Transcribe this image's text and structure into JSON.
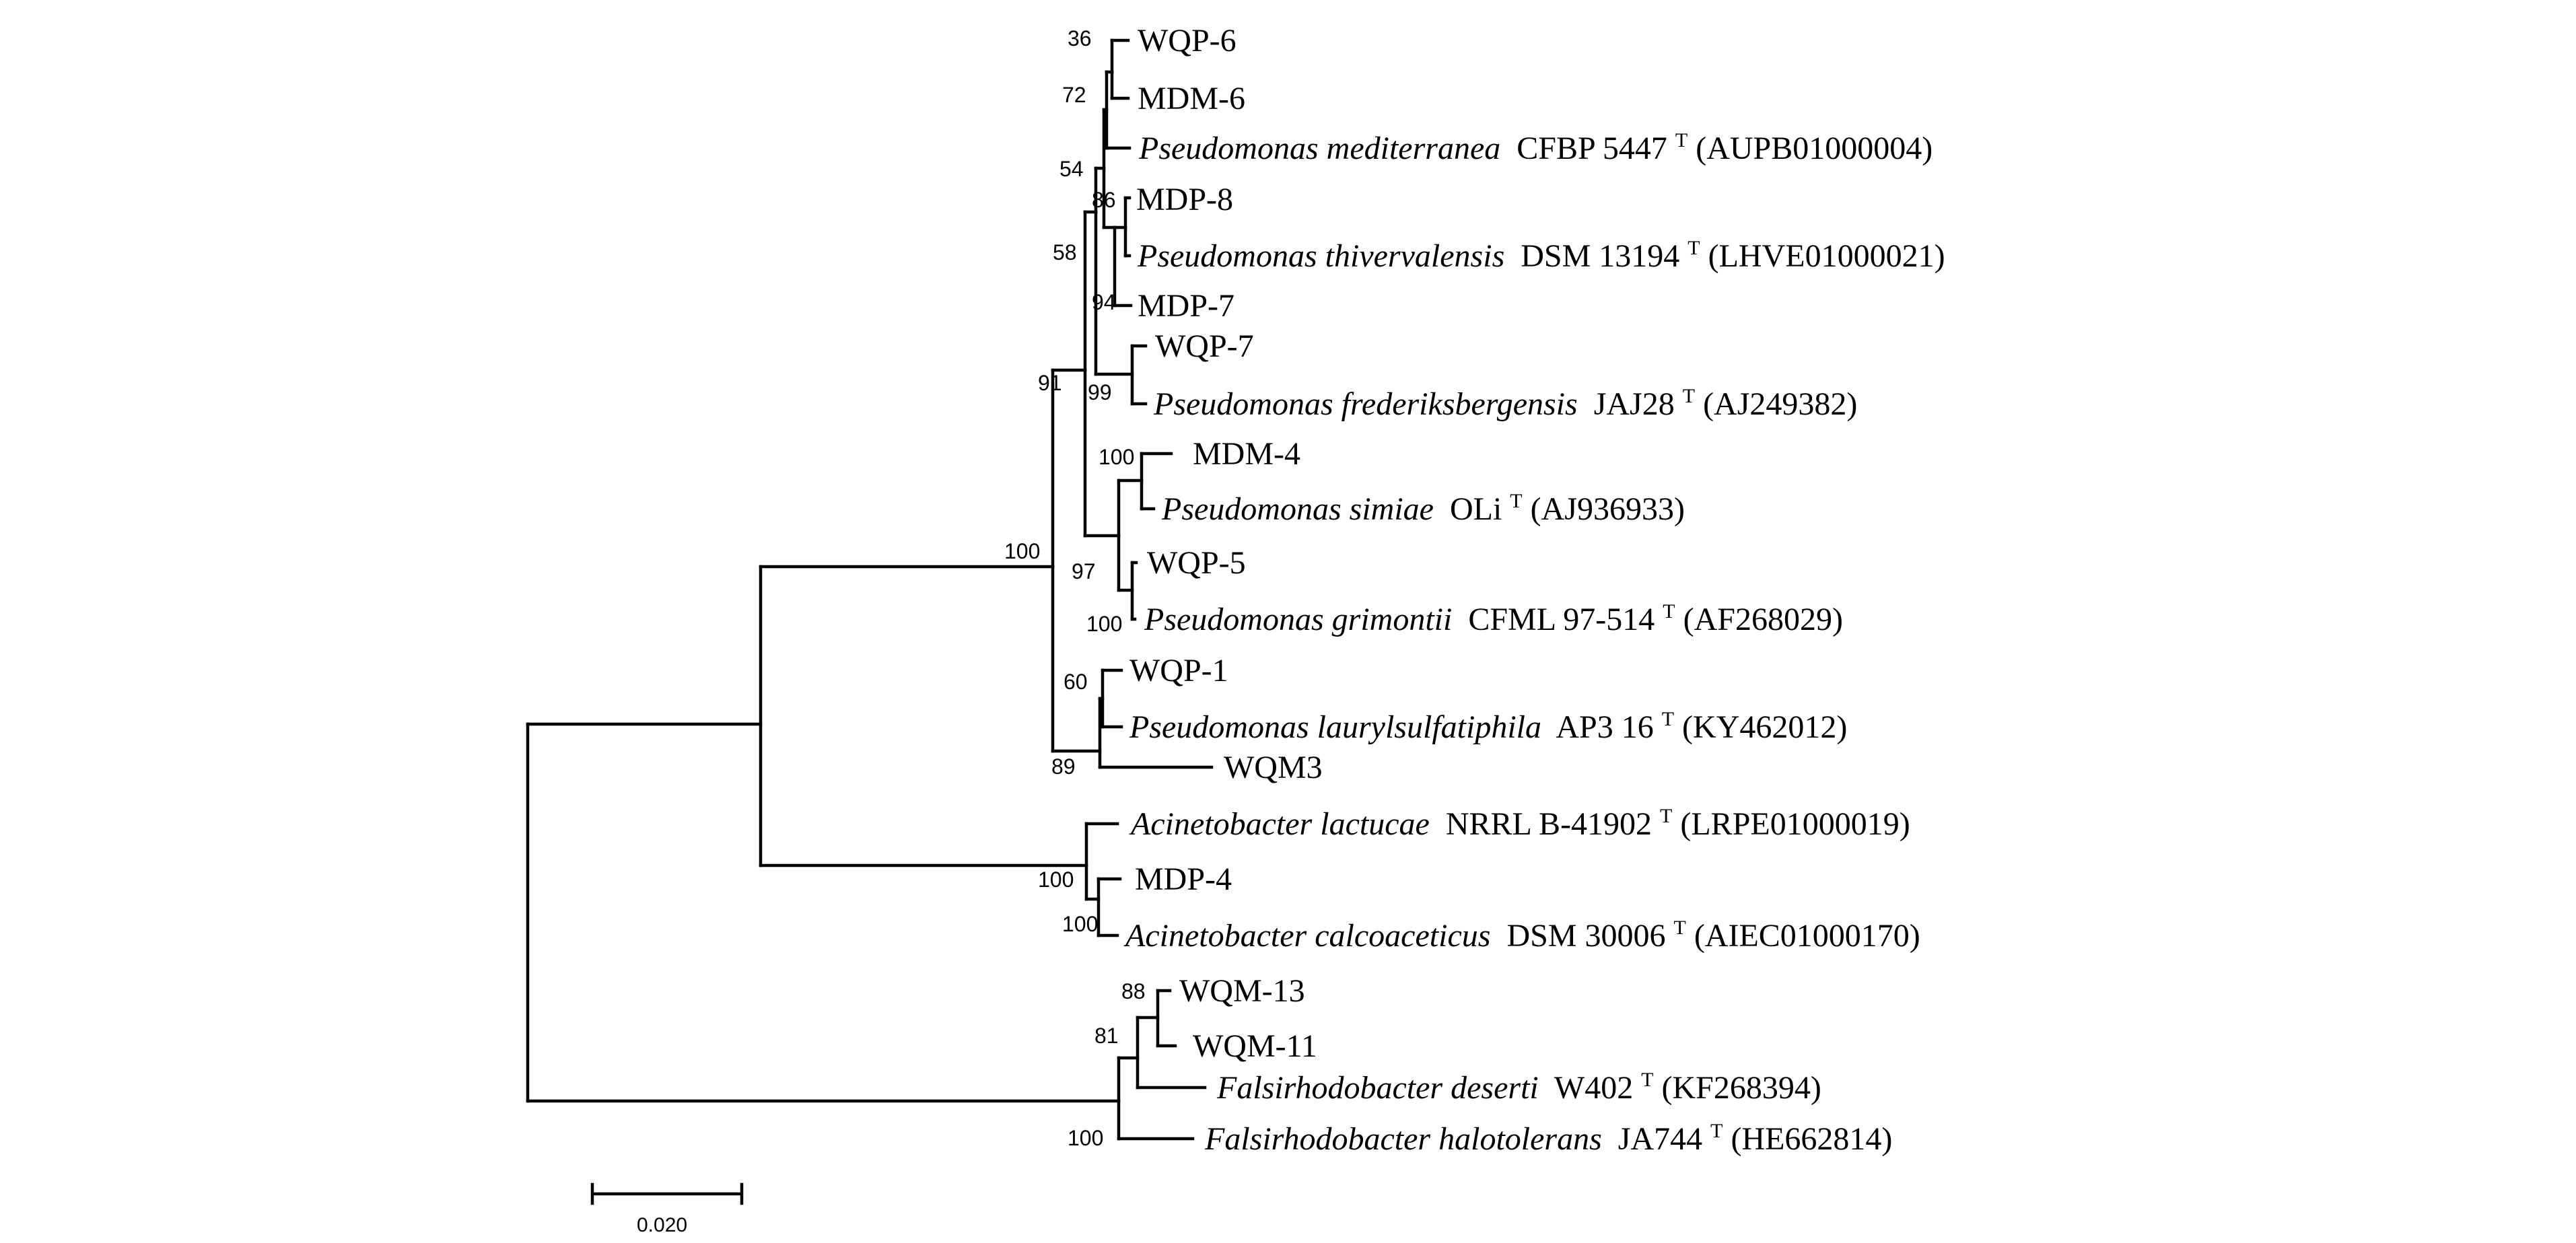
{
  "figure": {
    "scale_bar_label": "0.020",
    "colors": {
      "line": "#000000",
      "text": "#000000",
      "background": "#ffffff"
    }
  },
  "leaves": {
    "wqp6": {
      "name": "WQP-6"
    },
    "mdm6": {
      "name": "MDM-6"
    },
    "pmed": {
      "species": "Pseudomonas mediterranea",
      "strain": "CFBP 5447",
      "sup": "T",
      "accession": "(AUPB01000004)"
    },
    "mdp8": {
      "name": "MDP-8"
    },
    "pthi": {
      "species": "Pseudomonas thivervalensis",
      "strain": "DSM 13194",
      "sup": "T",
      "accession": "(LHVE01000021)"
    },
    "mdp7": {
      "name": "MDP-7"
    },
    "wqp7": {
      "name": "WQP-7"
    },
    "pfre": {
      "species": "Pseudomonas frederiksbergensis",
      "strain": "JAJ28",
      "sup": "T",
      "accession": "(AJ249382)"
    },
    "mdm4": {
      "name": "MDM-4"
    },
    "psim": {
      "species": "Pseudomonas simiae",
      "strain": "OLi",
      "sup": "T",
      "accession": "(AJ936933)"
    },
    "wqp5": {
      "name": "WQP-5"
    },
    "pgri": {
      "species": "Pseudomonas grimontii",
      "strain": "CFML 97-514",
      "sup": "T",
      "accession": "(AF268029)"
    },
    "wqp1": {
      "name": "WQP-1"
    },
    "plau": {
      "species": "Pseudomonas laurylsulfatiphila",
      "strain": "AP3 16",
      "sup": "T",
      "accession": "(KY462012)"
    },
    "wqm3": {
      "name": "WQM3"
    },
    "alac": {
      "species": "Acinetobacter lactucae",
      "strain": "NRRL B-41902",
      "sup": "T",
      "accession": "(LRPE01000019)"
    },
    "mdp4": {
      "name": "MDP-4"
    },
    "acal": {
      "species": "Acinetobacter calcoaceticus",
      "strain": "DSM 30006",
      "sup": "T",
      "accession": "(AIEC01000170)"
    },
    "wqm13": {
      "name": "WQM-13"
    },
    "wqm11": {
      "name": "WQM-11"
    },
    "fdes": {
      "species": "Falsirhodobacter deserti",
      "strain": "W402",
      "sup": "T",
      "accession": "(KF268394)"
    },
    "fhal": {
      "species": "Falsirhodobacter halotolerans",
      "strain": "JA744",
      "sup": "T",
      "accession": "(HE662814)"
    }
  },
  "bootstrap": {
    "n36": "36",
    "n72": "72",
    "n54": "54",
    "n86": "86",
    "n58": "58",
    "n94": "94",
    "n99": "99",
    "n91": "91",
    "n100a": "100",
    "n100b": "100",
    "n97": "97",
    "n100c": "100",
    "n60": "60",
    "n89": "89",
    "n100d": "100",
    "n100e": "100",
    "n88": "88",
    "n81": "81",
    "n100f": "100"
  }
}
